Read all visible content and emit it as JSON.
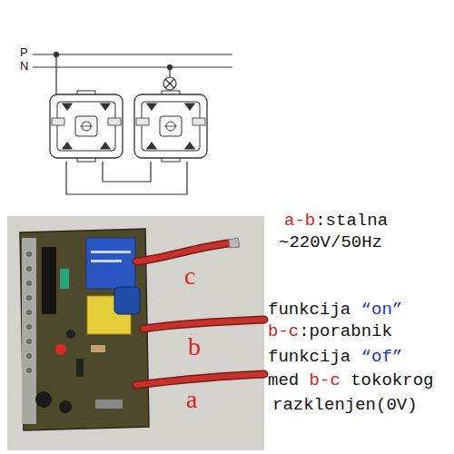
{
  "diagram": {
    "labels": [
      "P",
      "N",
      "c",
      "b",
      "a",
      "a-b",
      ":stalna",
      "~220V/50Hz",
      "funkcija",
      "“on”",
      "b-c",
      ":porabnik",
      "funkcija",
      "“of”",
      "med",
      "b-c",
      "tokokrog",
      "razklenjen(0V)"
    ]
  }
}
